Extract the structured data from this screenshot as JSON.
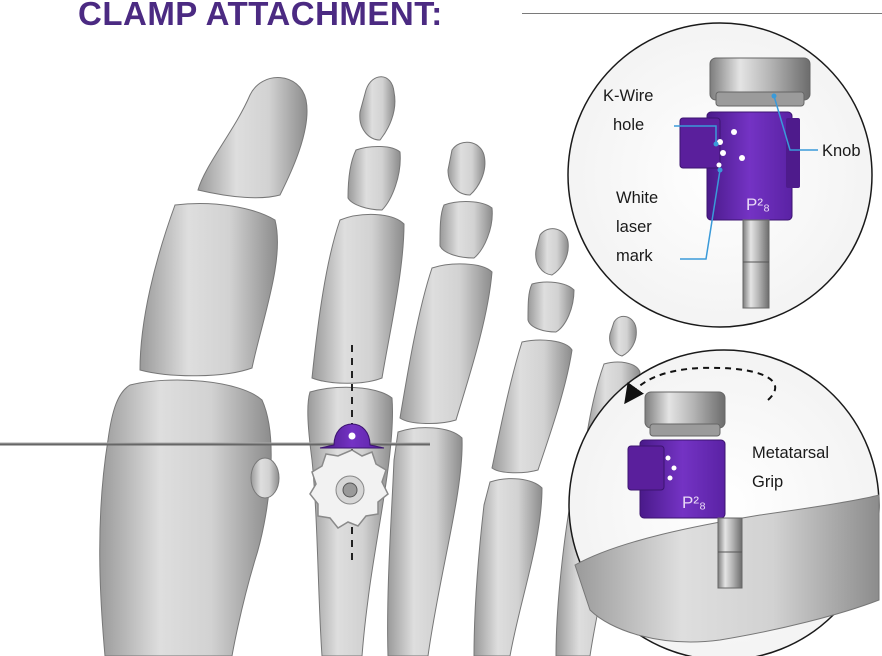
{
  "title": "CLAMP ATTACHMENT:",
  "callouts": {
    "kwire_line1": "K-Wire",
    "kwire_line2": "hole",
    "knob": "Knob",
    "laser_line1": "White",
    "laser_line2": "laser",
    "laser_line3": "mark",
    "metatarsal_line1": "Metatarsal",
    "metatarsal_line2": "Grip"
  },
  "brand_mark": "P²₈",
  "colors": {
    "title": "#4b2a82",
    "device_purple": "#6a2bb5",
    "callout_line": "#3a9ad9",
    "bone": "#c9c9c9"
  },
  "icons": [
    "rotation-arrow-icon",
    "knob-icon",
    "k-wire-hole-icon"
  ]
}
